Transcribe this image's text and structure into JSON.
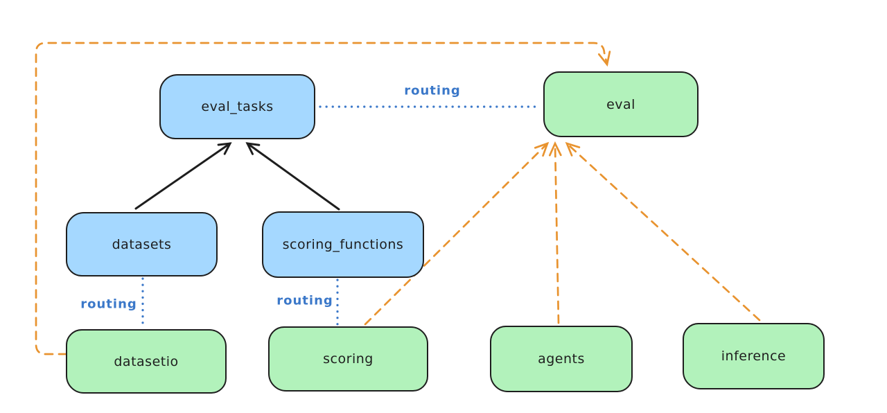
{
  "diagram": {
    "nodes": [
      {
        "id": "eval_tasks",
        "label": "eval_tasks",
        "color": "blue"
      },
      {
        "id": "eval",
        "label": "eval",
        "color": "green"
      },
      {
        "id": "datasets",
        "label": "datasets",
        "color": "blue"
      },
      {
        "id": "scoring_functions",
        "label": "scoring_functions",
        "color": "blue"
      },
      {
        "id": "datasetio",
        "label": "datasetio",
        "color": "green"
      },
      {
        "id": "scoring",
        "label": "scoring",
        "color": "green"
      },
      {
        "id": "agents",
        "label": "agents",
        "color": "green"
      },
      {
        "id": "inference",
        "label": "inference",
        "color": "green"
      }
    ],
    "edges": [
      {
        "from": "datasets",
        "to": "eval_tasks",
        "style": "solid-black-arrow",
        "label": ""
      },
      {
        "from": "scoring_functions",
        "to": "eval_tasks",
        "style": "solid-black-arrow",
        "label": ""
      },
      {
        "from": "eval_tasks",
        "to": "eval",
        "style": "dotted-blue",
        "label": "routing"
      },
      {
        "from": "datasets",
        "to": "datasetio",
        "style": "dotted-blue",
        "label": "routing"
      },
      {
        "from": "scoring_functions",
        "to": "scoring",
        "style": "dotted-blue",
        "label": "routing"
      },
      {
        "from": "datasetio",
        "to": "eval",
        "style": "dashed-orange-arrow",
        "label": ""
      },
      {
        "from": "scoring",
        "to": "eval",
        "style": "dashed-orange-arrow",
        "label": ""
      },
      {
        "from": "agents",
        "to": "eval",
        "style": "dashed-orange-arrow",
        "label": ""
      },
      {
        "from": "inference",
        "to": "eval",
        "style": "dashed-orange-arrow",
        "label": ""
      }
    ],
    "edge_labels": [
      {
        "text": "routing"
      },
      {
        "text": "routing"
      },
      {
        "text": "routing"
      }
    ],
    "colors": {
      "canvas-bg": "#ffffff",
      "node-blue": "#a5d8ff",
      "node-green": "#b2f2bb",
      "stroke-black": "#1e1e1e",
      "routing-blue": "#3b78c9",
      "arrow-orange": "#e8932f"
    }
  }
}
